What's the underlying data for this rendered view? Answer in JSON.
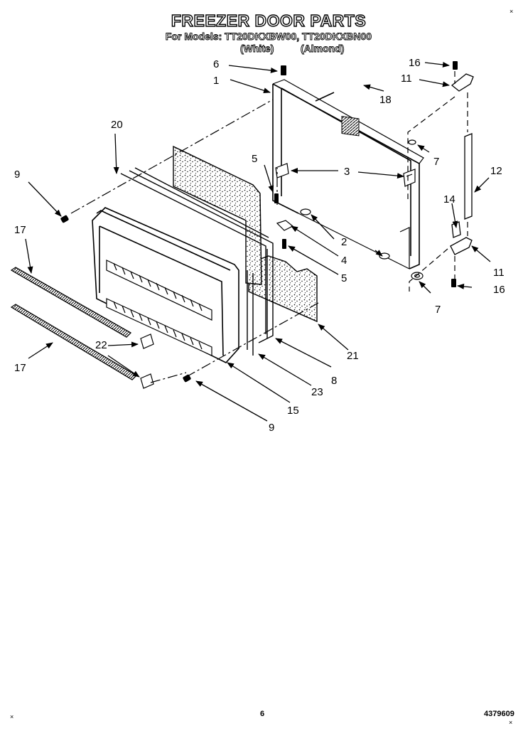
{
  "header": {
    "title": "FREEZER DOOR PARTS",
    "models_line": "For Models: TT20DKXBW00, TT20DKXBN00",
    "variant_white": "(White)",
    "variant_almond": "(Almond)"
  },
  "callouts": [
    "1",
    "2",
    "3",
    "3",
    "4",
    "5",
    "5",
    "6",
    "7",
    "7",
    "8",
    "9",
    "9",
    "11",
    "11",
    "12",
    "14",
    "15",
    "16",
    "16",
    "17",
    "17",
    "18",
    "20",
    "21",
    "22",
    "23"
  ],
  "footer": {
    "page_number": "6",
    "document_number": "4379609"
  },
  "marks": [
    "×",
    "×",
    "×"
  ]
}
